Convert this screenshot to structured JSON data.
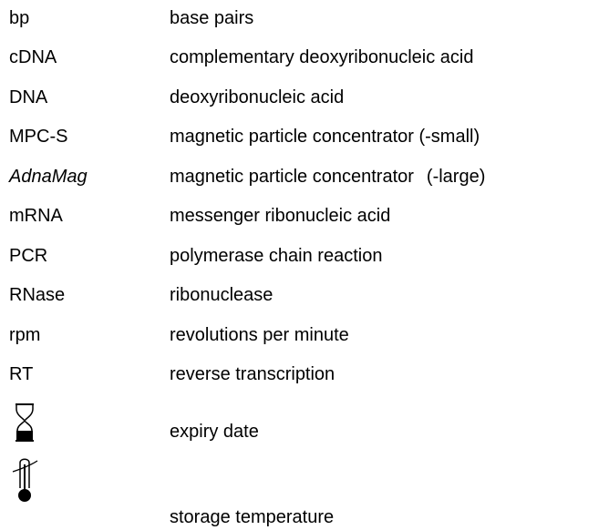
{
  "glossary": {
    "rows": [
      {
        "term": "bp",
        "definition": "base pairs"
      },
      {
        "term": "cDNA",
        "definition": "complementary deoxyribonucleic acid"
      },
      {
        "term": "DNA",
        "definition": "deoxyribonucleic acid"
      },
      {
        "term": "MPC-S",
        "definition": "magnetic particle concentrator (-small)"
      },
      {
        "term": "AdnaMag",
        "definition": "magnetic particle concentrator",
        "definition_suffix": "(-large)"
      },
      {
        "term": "mRNA",
        "definition": "messenger ribonucleic acid"
      },
      {
        "term": "PCR",
        "definition": "polymerase chain reaction"
      },
      {
        "term": "RNase",
        "definition": "ribonuclease"
      },
      {
        "term": "rpm",
        "definition": "revolutions per minute"
      },
      {
        "term": "RT",
        "definition": "reverse transcription"
      }
    ],
    "symbols": [
      {
        "icon": "hourglass-icon",
        "definition": "expiry date"
      },
      {
        "icon": "thermometer-icon",
        "definition": "storage temperature"
      }
    ]
  }
}
